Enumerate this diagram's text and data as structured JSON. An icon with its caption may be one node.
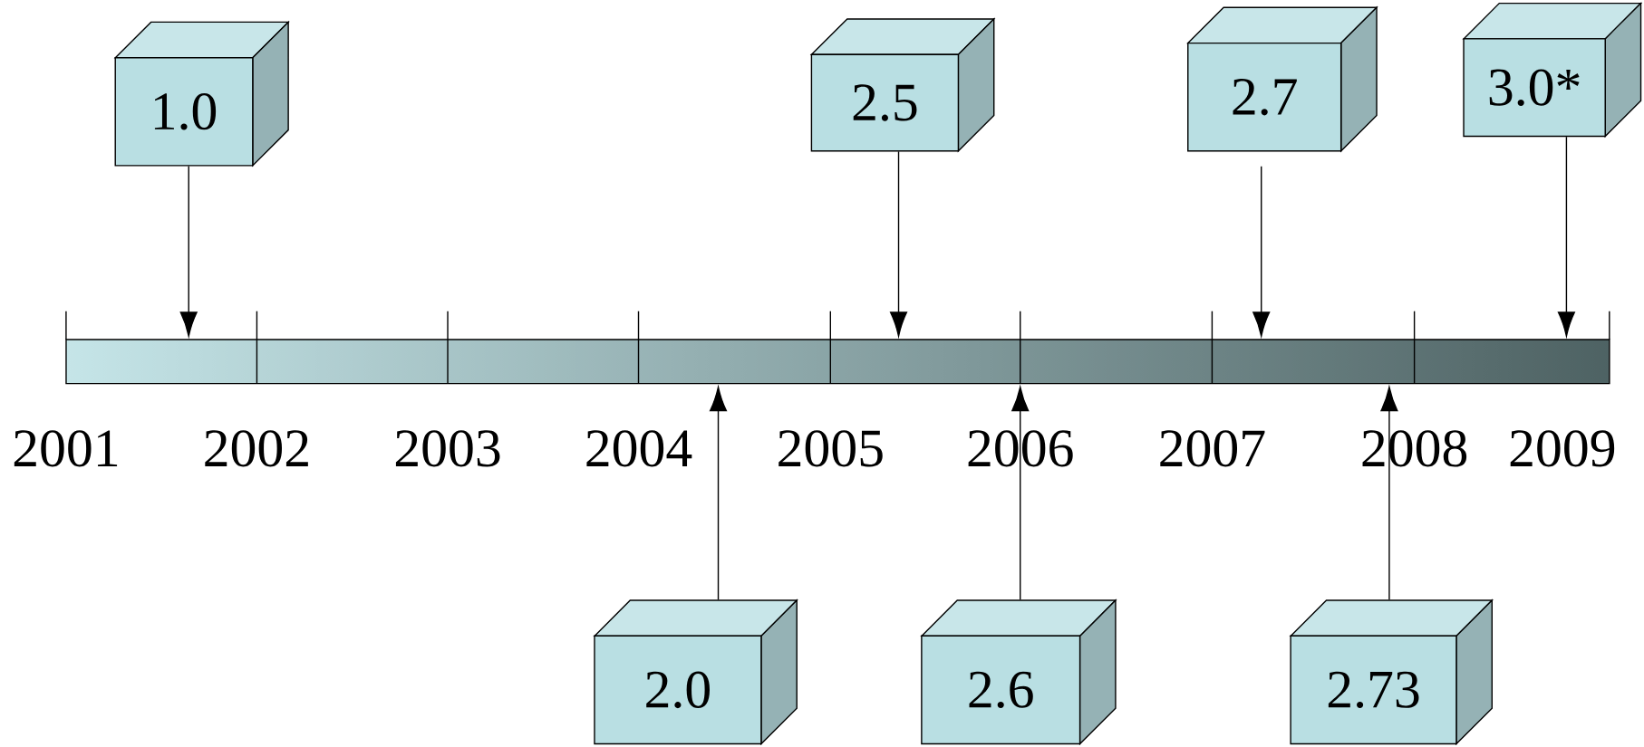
{
  "diagram": {
    "nodes": [
      {
        "text": [
          "1.0"
        ]
      },
      {
        "text": [
          "2.5"
        ]
      },
      {
        "text": [
          "2.7"
        ]
      },
      {
        "text": [
          "3.0*"
        ]
      },
      {
        "text": [],
        "shape": "bar"
      },
      {
        "text": [
          "2.0"
        ]
      },
      {
        "text": [
          "2.6"
        ]
      },
      {
        "text": [
          "2.73"
        ]
      }
    ],
    "edges": [
      {
        "from": 0,
        "to": 4,
        "arrow": "to"
      },
      {
        "from": 1,
        "to": 4,
        "arrow": "to"
      },
      {
        "from": 2,
        "to": 4,
        "arrow": "to"
      },
      {
        "from": 3,
        "to": 4,
        "arrow": "to"
      },
      {
        "from": 5,
        "to": 4,
        "arrow": "to"
      },
      {
        "from": 6,
        "to": 4,
        "arrow": "to"
      },
      {
        "from": 7,
        "to": 4,
        "arrow": "to"
      }
    ],
    "labels": [
      "2001",
      "2002",
      "2003",
      "2004",
      "2005",
      "2006",
      "2007",
      "2008",
      "2009"
    ]
  }
}
